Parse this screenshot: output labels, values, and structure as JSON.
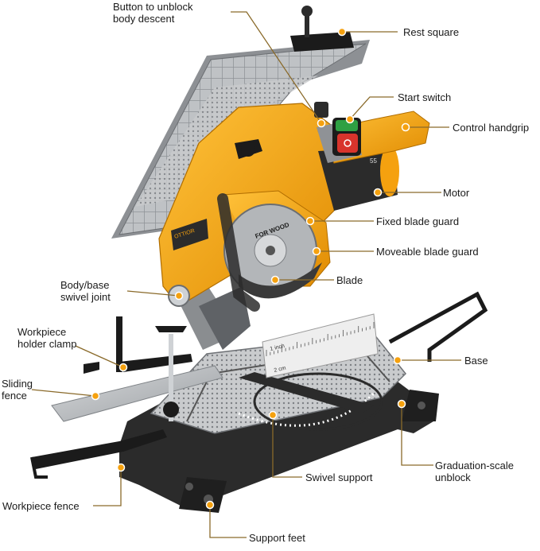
{
  "labels": {
    "button_unblock": "Button to unblock\nbody descent",
    "rest_square": "Rest square",
    "start_switch": "Start switch",
    "control_handgrip": "Control handgrip",
    "motor": "Motor",
    "fixed_blade_guard": "Fixed blade guard",
    "moveable_blade_guard": "Moveable blade guard",
    "blade": "Blade",
    "swivel_joint": "Body/base\nswivel joint",
    "holder_clamp": "Workpiece\nholder clamp",
    "sliding_fence": "Sliding\nfence",
    "base": "Base",
    "graduation_unblock": "Graduation-scale\nunblock",
    "swivel_support": "Swivel support",
    "workpiece_fence": "Workpiece fence",
    "support_feet": "Support feet"
  },
  "machine_text": {
    "brand": "OTTIOR",
    "blade_text": "FOR WOOD",
    "ruler_inch": "1 inch",
    "ruler_cm": "2 cm"
  },
  "colors": {
    "body_yellow": "#f5a10f",
    "dark": "#2b2b2b",
    "metal": "#b9bcbf",
    "switch_green": "#2ea043",
    "switch_red": "#d8342c",
    "callout_dot": "#f5a10f",
    "line": "#8a6a2a"
  }
}
